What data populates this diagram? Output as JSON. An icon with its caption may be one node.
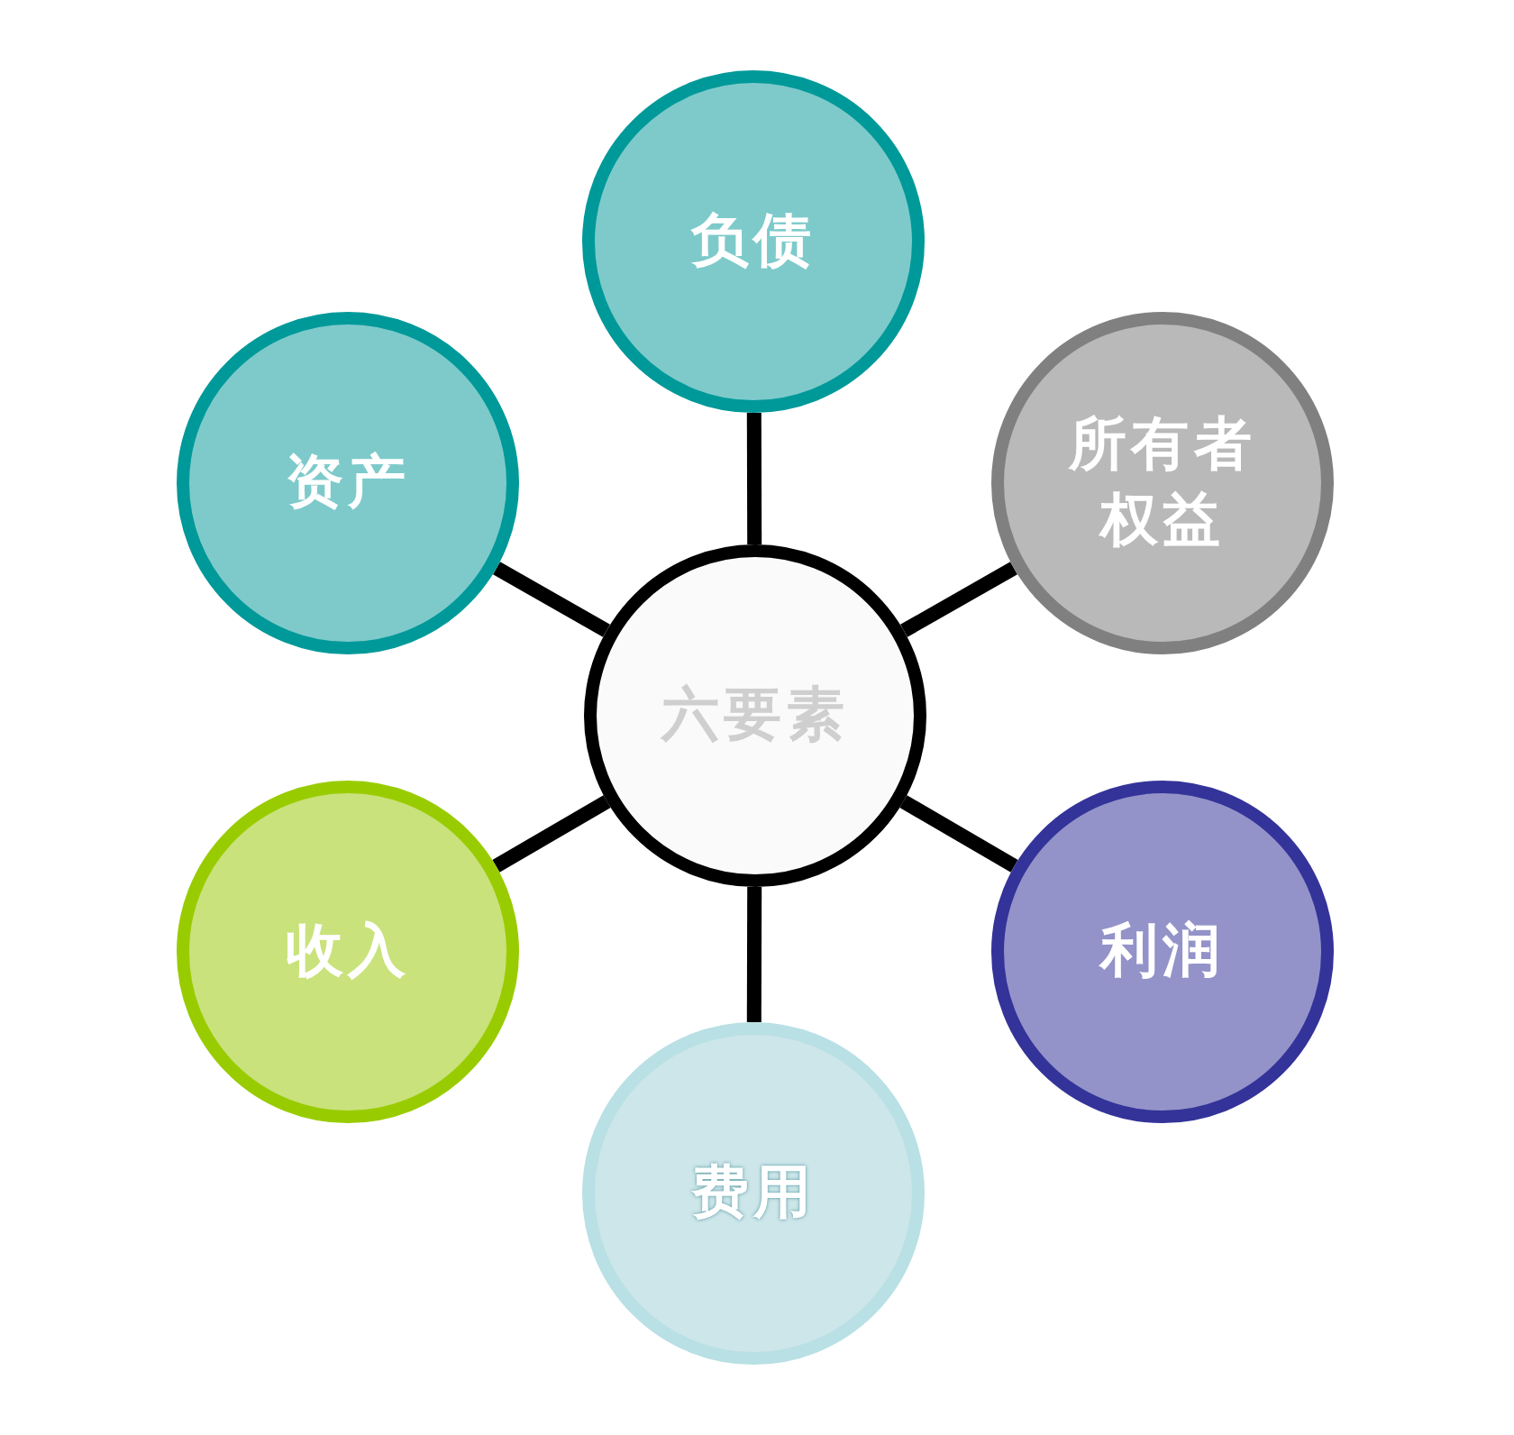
{
  "diagram": {
    "nodes": [
      {
        "text": [
          "负债"
        ]
      },
      {
        "text": [
          "资产"
        ]
      },
      {
        "text": [
          "所有者权益"
        ]
      },
      {
        "text": [
          "六要素"
        ]
      },
      {
        "text": [
          "收入"
        ]
      },
      {
        "text": [
          "利润"
        ]
      },
      {
        "text": [
          "费用"
        ]
      }
    ],
    "edges": [
      {
        "from": 3,
        "to": 0,
        "arrow": "none"
      },
      {
        "from": 3,
        "to": 1,
        "arrow": "none"
      },
      {
        "from": 3,
        "to": 2,
        "arrow": "none"
      },
      {
        "from": 3,
        "to": 4,
        "arrow": "none"
      },
      {
        "from": 3,
        "to": 5,
        "arrow": "none"
      },
      {
        "from": 3,
        "to": 6,
        "arrow": "none"
      }
    ]
  }
}
